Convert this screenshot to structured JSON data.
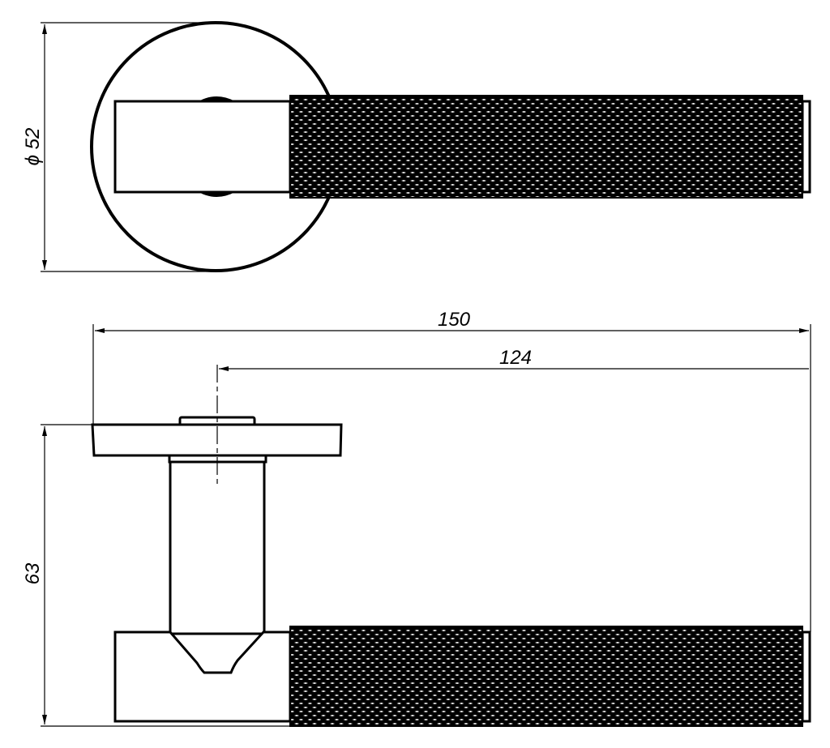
{
  "drawing": {
    "dimensions": {
      "diameter": "ϕ 52",
      "overall_length": "150",
      "lever_length_from_axis": "124",
      "height": "63"
    },
    "colors": {
      "line": "#000000",
      "background": "#ffffff"
    }
  }
}
